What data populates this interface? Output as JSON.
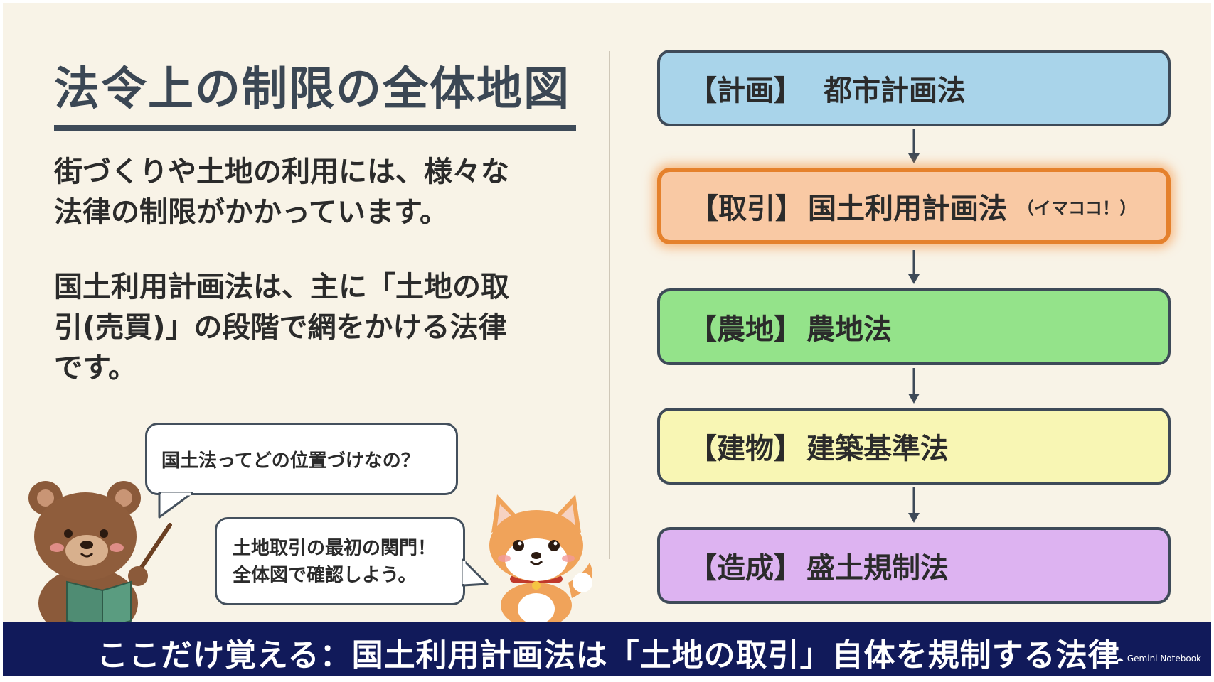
{
  "title": "法令上の制限の全体地図",
  "intro": {
    "lines": [
      "街づくりや土地の利用には、様々な",
      "法律の制限がかかっています。"
    ]
  },
  "focus": {
    "lines": [
      "国土利用計画法は、主に「土地の取",
      "引(売買)」の段階で網をかける法律",
      "です。"
    ]
  },
  "bubbles": {
    "bear": "国土法ってどの位置づけなの？",
    "dog": [
      "土地取引の最初の関門！",
      "全体図で確認しよう。"
    ]
  },
  "flow": [
    {
      "category": "【計画】",
      "law": "都市計画法",
      "note": "",
      "color": "#a9d4ea"
    },
    {
      "category": "【取引】",
      "law": "国土利用計画法",
      "note": "（イマココ！）",
      "color": "#f9c9a4",
      "highlight": true
    },
    {
      "category": "【農地】",
      "law": "農地法",
      "note": "",
      "color": "#94e38a"
    },
    {
      "category": "【建物】",
      "law": "建築基準法",
      "note": "",
      "color": "#f8f6b4"
    },
    {
      "category": "【造成】",
      "law": "盛土規制法",
      "note": "",
      "color": "#ddb3f1"
    }
  ],
  "banner": {
    "text": "ここだけ覚える：国土利用計画法は「土地の取引」自体を規制する法律",
    "watermark": "Gemini Notebook"
  },
  "colors": {
    "background": "#f8f3e7",
    "title": "#3b4754",
    "banner": "#111a5a",
    "highlight_border": "#e5812c"
  },
  "icons": [
    "bear-character",
    "shiba-dog-character",
    "down-arrow-icon",
    "notebook-logo-icon"
  ]
}
